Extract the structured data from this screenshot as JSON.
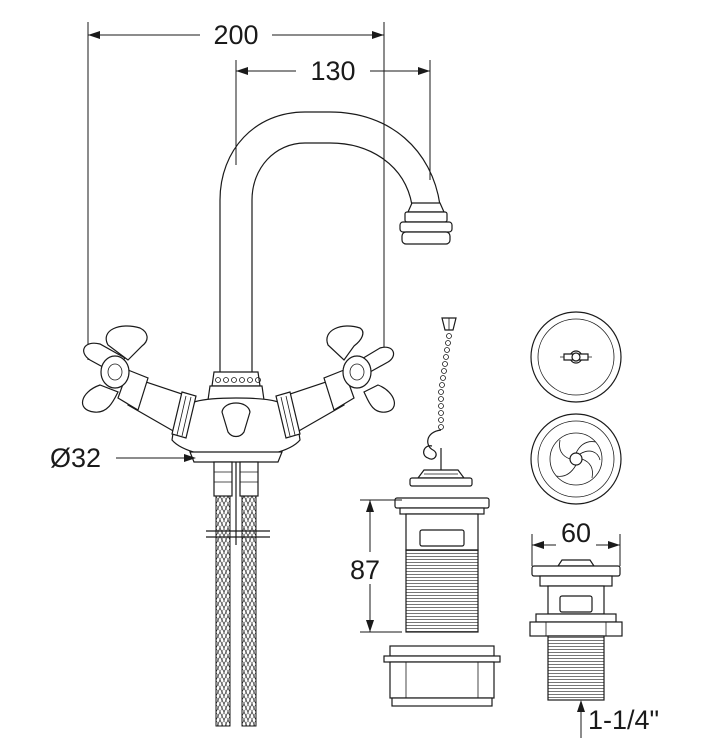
{
  "dimensions": {
    "overall_width": "200",
    "spout_reach": "130",
    "base_diameter": "Ø32",
    "waste_height": "87",
    "waste_flange_width": "60",
    "waste_thread": "1-1/4\""
  }
}
